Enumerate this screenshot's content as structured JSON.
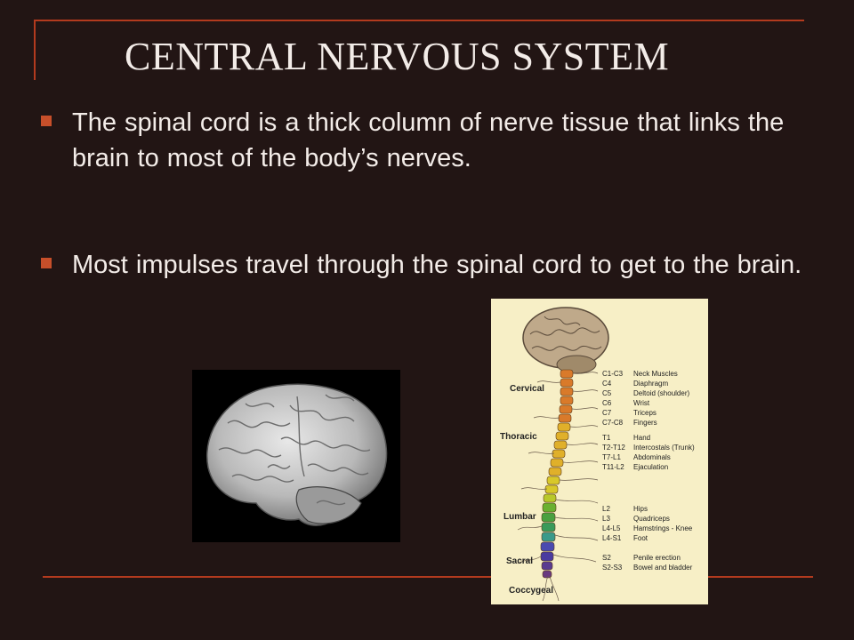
{
  "slide": {
    "title": "CENTRAL NERVOUS SYSTEM",
    "bullets": [
      "The spinal cord is a thick column of nerve tissue that links the brain to most of the body’s nerves.",
      "Most impulses travel through the spinal cord to get to the brain."
    ]
  },
  "colors": {
    "background": "#221514",
    "accent": "#b33a1e",
    "bullet": "#c74f2a",
    "text": "#f3ece8"
  },
  "figures": {
    "brain": {
      "icon": "brain-photo"
    },
    "spinal_cord": {
      "regions": [
        "Cervical",
        "Thoracic",
        "Lumbar",
        "Sacral",
        "Coccygeal"
      ],
      "nerves": [
        {
          "segment": "C1-C3",
          "function": "Neck Muscles"
        },
        {
          "segment": "C4",
          "function": "Diaphragm"
        },
        {
          "segment": "C5",
          "function": "Deltoid (shoulder)"
        },
        {
          "segment": "C6",
          "function": "Wrist"
        },
        {
          "segment": "C7",
          "function": "Triceps"
        },
        {
          "segment": "C7-C8",
          "function": "Fingers"
        },
        {
          "segment": "T1",
          "function": "Hand"
        },
        {
          "segment": "T2-T12",
          "function": "Intercostals (Trunk)"
        },
        {
          "segment": "T7-L1",
          "function": "Abdominals"
        },
        {
          "segment": "T11-L2",
          "function": "Ejaculation"
        },
        {
          "segment": "L2",
          "function": "Hips"
        },
        {
          "segment": "L3",
          "function": "Quadriceps"
        },
        {
          "segment": "L4-L5",
          "function": "Hamstrings - Knee"
        },
        {
          "segment": "L4-S1",
          "function": "Foot"
        },
        {
          "segment": "S2",
          "function": "Penile erection"
        },
        {
          "segment": "S2-S3",
          "function": "Bowel and bladder"
        }
      ]
    }
  }
}
